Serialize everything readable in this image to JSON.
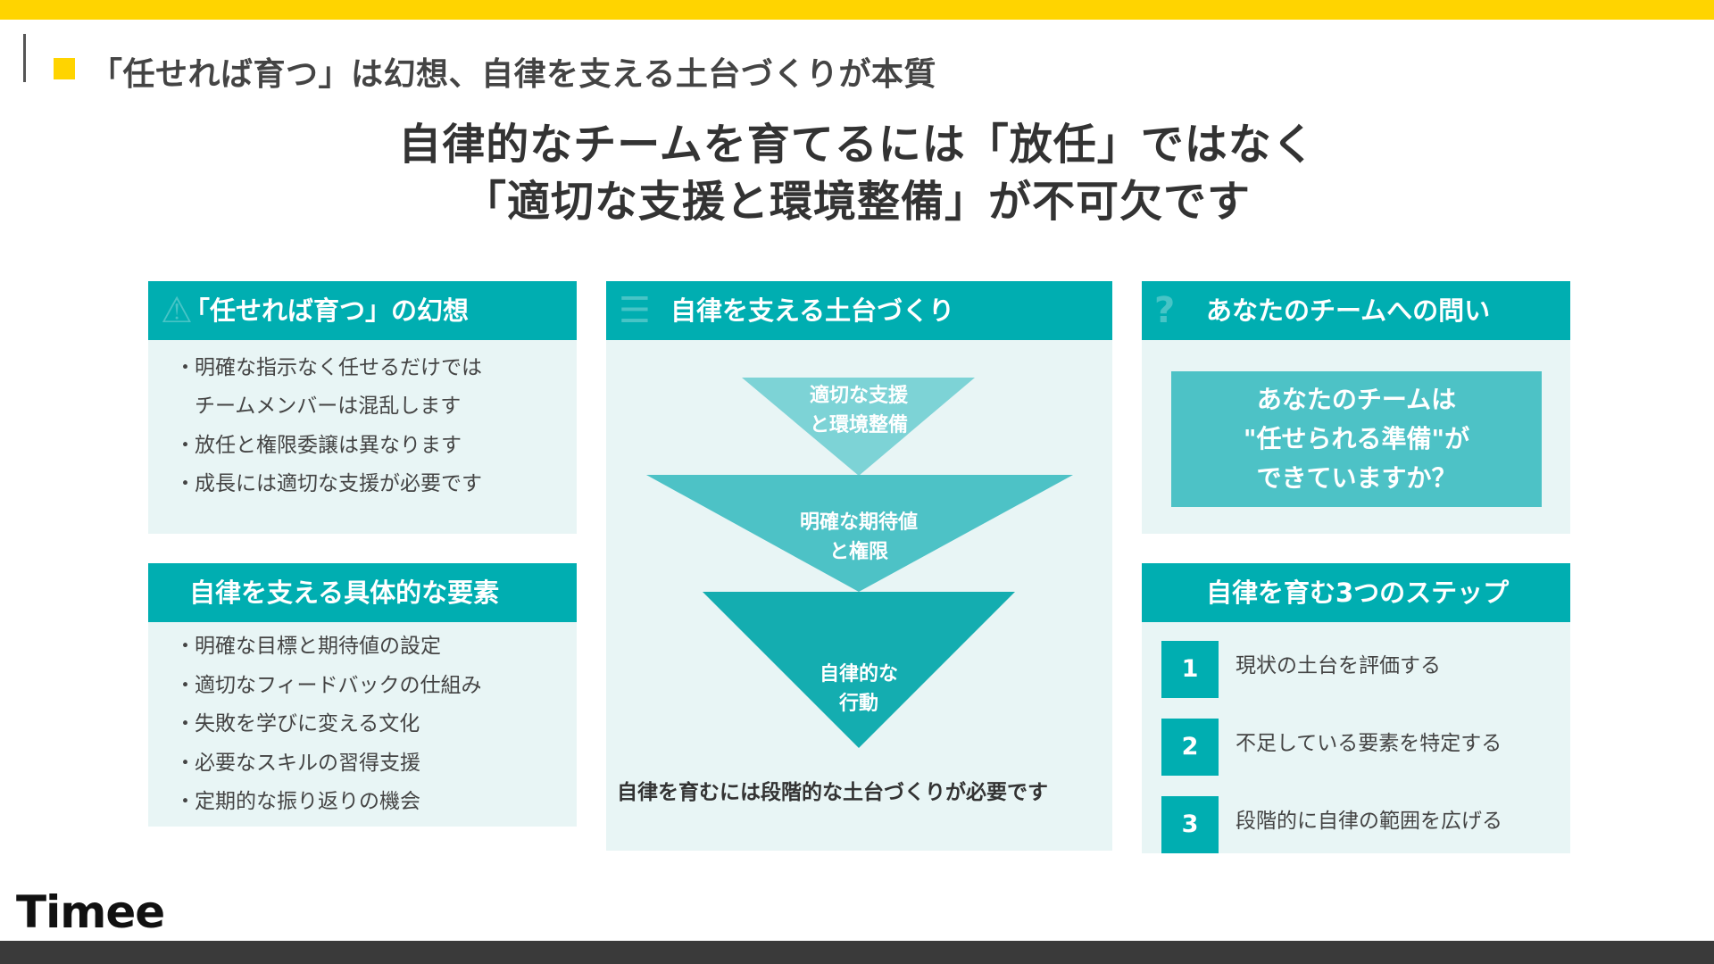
{
  "slide": {
    "section_title": "「任せれば育つ」は幻想、自律を支える土台づくりが本質",
    "headline_line1": "自律的なチームを育てるには「放任」ではなく",
    "headline_line2": "「適切な支援と環境整備」が不可欠です",
    "logo": "Timee",
    "accent_color": "#FFD400",
    "primary_color": "#00AEB1"
  },
  "card_illusion": {
    "title": "「任せれば育つ」の幻想",
    "icon": "warning-icon",
    "items": [
      "明確な指示なく任せるだけでは",
      "チームメンバーは混乱します",
      "放任と権限委譲は異なります",
      "成長には適切な支援が必要です"
    ]
  },
  "card_elements": {
    "title": "自律を支える具体的な要素",
    "items": [
      "明確な目標と期待値の設定",
      "適切なフィードバックの仕組み",
      "失敗を学びに変える文化",
      "必要なスキルの習得支援",
      "定期的な振り返りの機会"
    ]
  },
  "card_foundation": {
    "title": "自律を支える土台づくり",
    "icon": "layers-icon",
    "levels": [
      {
        "line1": "適切な支援",
        "line2": "と環境整備",
        "color": "#7DD3D6"
      },
      {
        "line1": "明確な期待値",
        "line2": "と権限",
        "color": "#4DC2C6"
      },
      {
        "line1": "自律的な",
        "line2": "行動",
        "color": "#14ADB0"
      }
    ],
    "caption": "自律を育むには段階的な土台づくりが必要です"
  },
  "card_question": {
    "title": "あなたのチームへの問い",
    "icon": "question-icon",
    "line1": "あなたのチームは",
    "line2": "\"任せられる準備\"が",
    "line3": "できていますか？"
  },
  "card_steps": {
    "title": "自律を育む3つのステップ",
    "steps": [
      {
        "num": "1",
        "text": "現状の土台を評価する"
      },
      {
        "num": "2",
        "text": "不足している要素を特定する"
      },
      {
        "num": "3",
        "text": "段階的に自律の範囲を広げる"
      }
    ]
  }
}
